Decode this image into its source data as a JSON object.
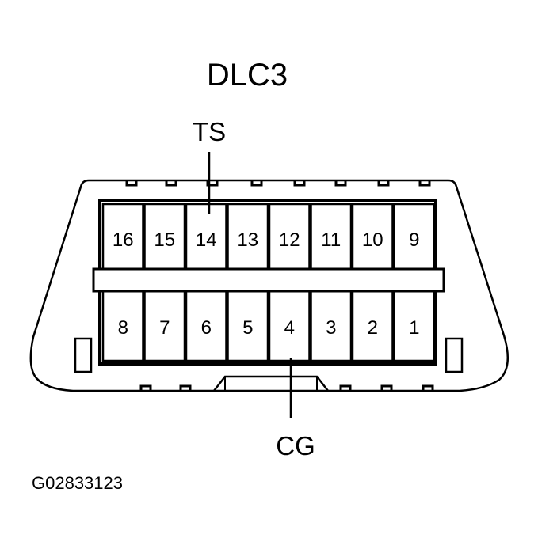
{
  "diagram": {
    "title": "DLC3",
    "callouts": {
      "top": {
        "label": "TS",
        "pin": "14"
      },
      "bottom": {
        "label": "CG",
        "pin": "4"
      }
    },
    "pins_top_row": [
      "16",
      "15",
      "14",
      "13",
      "12",
      "11",
      "10",
      "9"
    ],
    "pins_bottom_row": [
      "8",
      "7",
      "6",
      "5",
      "4",
      "3",
      "2",
      "1"
    ],
    "figure_code": "G02833123"
  },
  "colors": {
    "line": "#000000",
    "background": "#ffffff"
  }
}
